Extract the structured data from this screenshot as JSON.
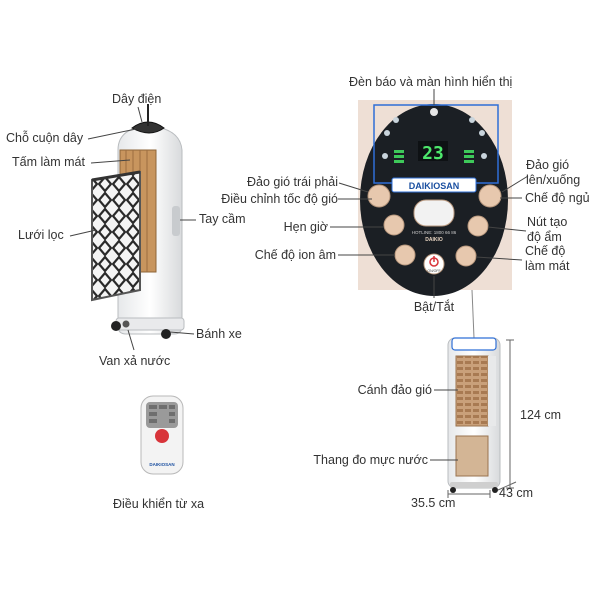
{
  "labels": {
    "power_cord": "Dây điện",
    "cord_holder": "Chỗ cuộn dây",
    "cooling_pad": "Tấm làm mát",
    "filter_mesh": "Lưới lọc",
    "handle": "Tay cầm",
    "wheels": "Bánh xe",
    "drain_valve": "Van xả nước",
    "remote": "Điều khiển từ xa",
    "display": "Đèn báo và màn hình hiển thị",
    "swing_lr": "Đảo gió trái phải",
    "wind_speed": "Điều chỉnh tốc độ gió",
    "timer": "Hẹn giờ",
    "ion_mode": "Chế độ ion âm",
    "power": "Bật/Tắt",
    "swing_ud_line1": "Đảo gió",
    "swing_ud_line2": "lên/xuống",
    "sleep_mode": "Chế độ ngủ",
    "humidify_line1": "Nút tạo",
    "humidify_line2": "độ ẩm",
    "cool_mode_line1": "Chế độ",
    "cool_mode_line2": "làm mát",
    "louver": "Cánh đảo gió",
    "water_gauge": "Thang đo mực nước",
    "height": "124 cm",
    "depth": "43 cm",
    "width": "35.5 cm"
  },
  "panel": {
    "brand": "DAIKIOSAN",
    "brand_small": "DAIKIO",
    "display_digits": "23",
    "hotline": "HOTLINE: 1800 66 86",
    "power_button": "ON/OFF"
  },
  "remote_brand": "DAIKIOSAN",
  "colors": {
    "panel_bg": "#eedfd5",
    "panel_dark": "#1b1f24",
    "button_beige": "#e7c8ae",
    "power_red": "#d8343a",
    "highlight_blue": "#2f6fd6",
    "mesh_dark": "#2a2a2a",
    "pad_brown": "#c8955e"
  }
}
